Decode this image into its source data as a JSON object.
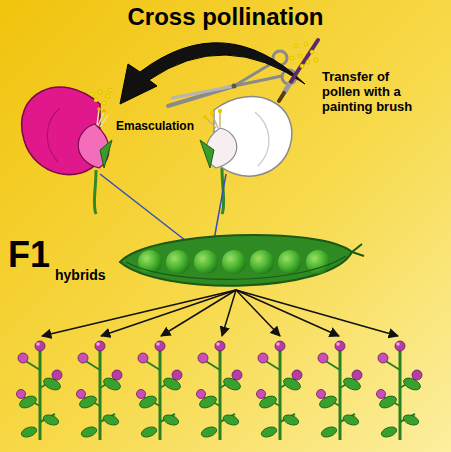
{
  "diagram": {
    "title": "Cross pollination",
    "labels": [
      "Emasculation",
      "Transfer of pollen with a painting brush",
      "F1",
      "hybrids"
    ]
  }
}
